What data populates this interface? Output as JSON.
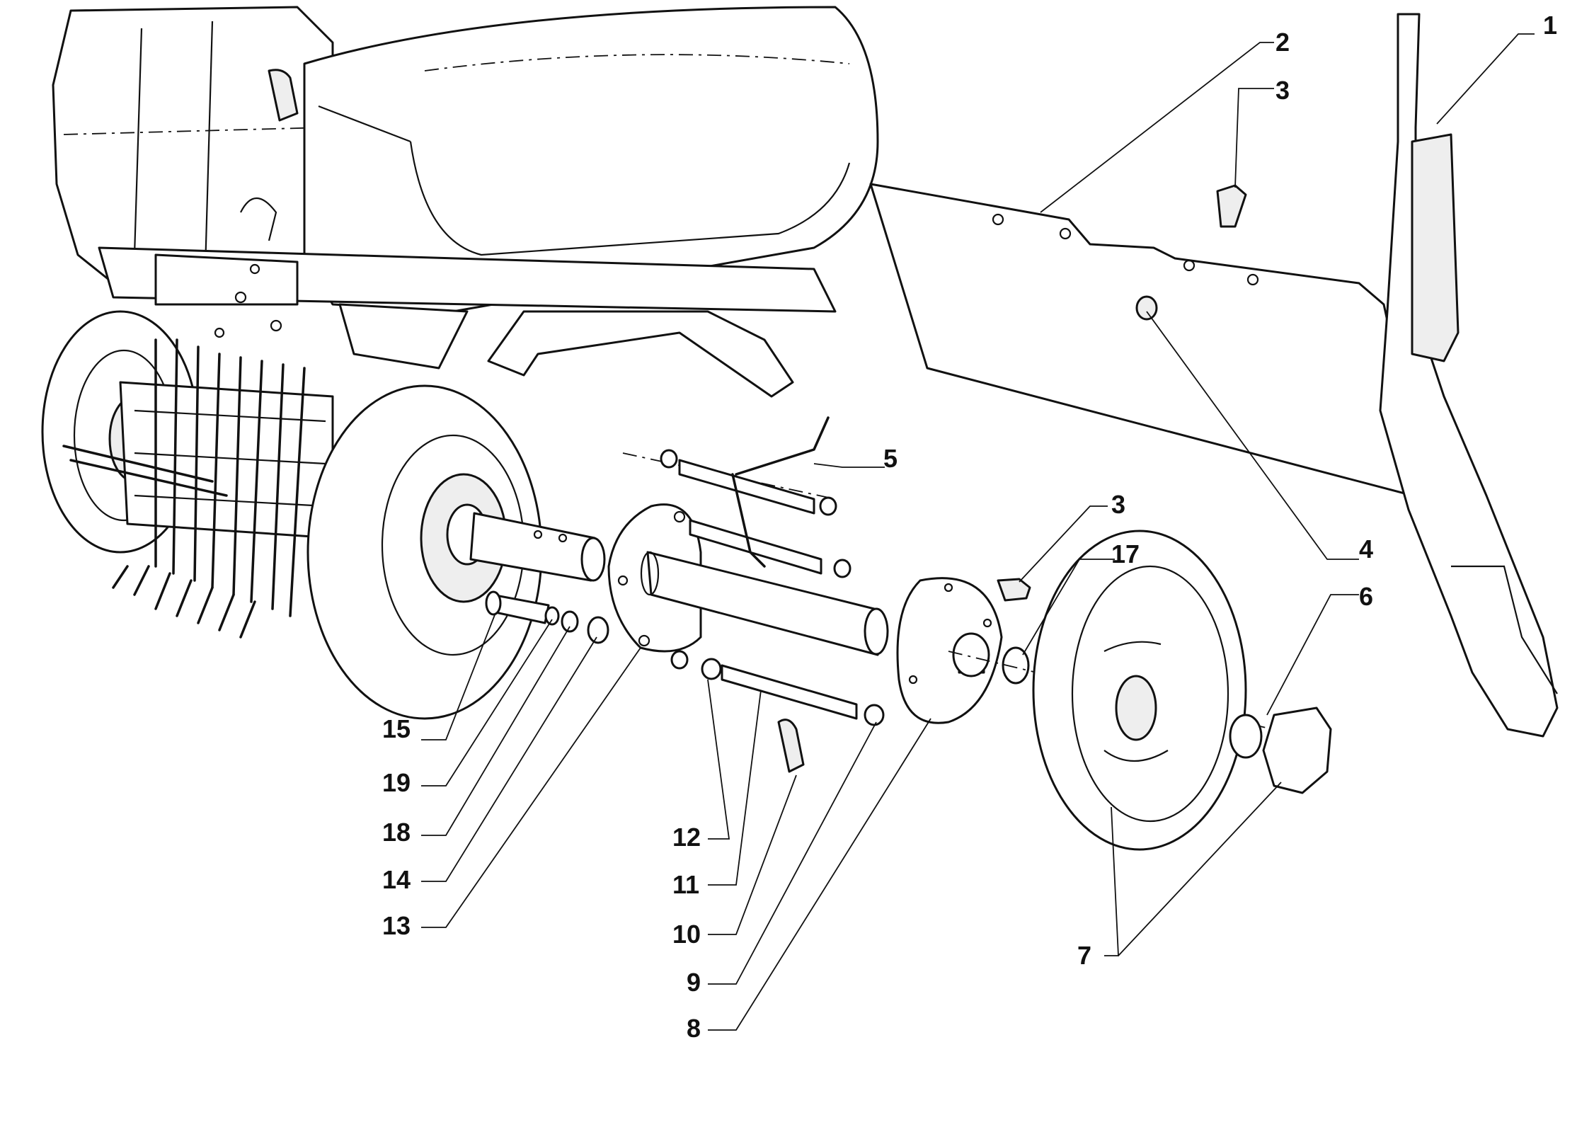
{
  "callouts": [
    {
      "id": "1",
      "label": "1"
    },
    {
      "id": "2",
      "label": "2"
    },
    {
      "id": "3a",
      "label": "3"
    },
    {
      "id": "3b",
      "label": "3"
    },
    {
      "id": "4",
      "label": "4"
    },
    {
      "id": "5",
      "label": "5"
    },
    {
      "id": "6",
      "label": "6"
    },
    {
      "id": "7",
      "label": "7"
    },
    {
      "id": "8",
      "label": "8"
    },
    {
      "id": "9",
      "label": "9"
    },
    {
      "id": "10",
      "label": "10"
    },
    {
      "id": "11",
      "label": "11"
    },
    {
      "id": "12",
      "label": "12"
    },
    {
      "id": "13",
      "label": "13"
    },
    {
      "id": "14",
      "label": "14"
    },
    {
      "id": "15",
      "label": "15"
    },
    {
      "id": "17",
      "label": "17"
    },
    {
      "id": "18",
      "label": "18"
    },
    {
      "id": "19",
      "label": "19"
    }
  ]
}
